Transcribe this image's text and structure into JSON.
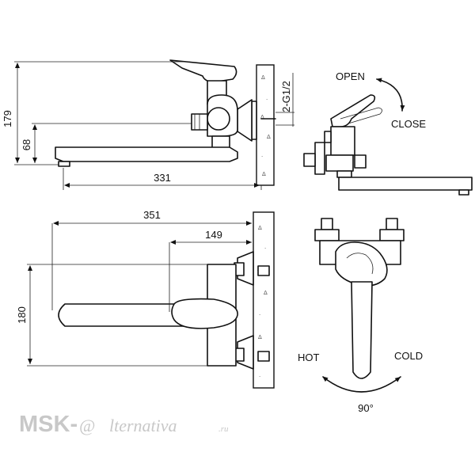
{
  "dimensions": {
    "d179": "179",
    "d68": "68",
    "d331": "331",
    "thread": "2-G1/2",
    "d351": "351",
    "d149": "149",
    "d180": "180",
    "angle": "90°"
  },
  "labels": {
    "open": "OPEN",
    "close": "CLOSE",
    "hot": "HOT",
    "cold": "COLD"
  },
  "watermark": {
    "brand": "MSK-",
    "at": "@",
    "script": "lternativa",
    "tld": ".ru"
  }
}
